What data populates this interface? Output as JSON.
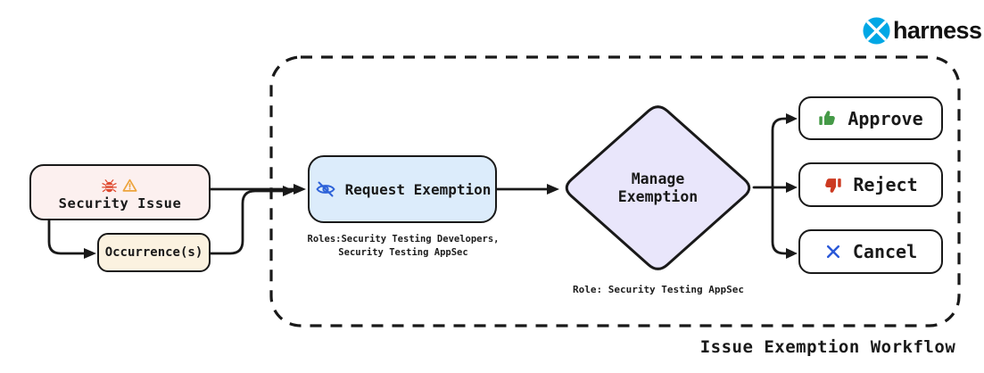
{
  "logo": {
    "brand": "harness"
  },
  "workflow": {
    "caption": "Issue Exemption Workflow",
    "security_issue": {
      "label": "Security Issue"
    },
    "occurrence": {
      "label": "Occurrence(s)"
    },
    "request_exemption": {
      "label": "Request Exemption",
      "roles": "Roles:Security Testing Developers,\nSecurity Testing AppSec"
    },
    "manage_exemption": {
      "line1": "Manage",
      "line2": "Exemption",
      "role": "Role: Security Testing AppSec"
    },
    "actions": {
      "approve": "Approve",
      "reject": "Reject",
      "cancel": "Cancel"
    }
  },
  "icons": {
    "security_issue": [
      "bug-icon",
      "warning-icon"
    ],
    "request_exemption": "eye-off-icon",
    "approve": "thumbs-up-icon",
    "reject": "thumbs-down-icon",
    "cancel": "x-icon",
    "logo": "harness-logo-icon"
  },
  "colors": {
    "ink": "#191919",
    "security_fill": "#fcf0ef",
    "occurrence_fill": "#fbf2e0",
    "request_fill": "#dcecfb",
    "diamond_fill": "#e9e6fb",
    "bug_red": "#df4a30",
    "warning_orange": "#eda43c",
    "eye_blue": "#2e63d9",
    "approve_green": "#459a47",
    "reject_red": "#cc3a21",
    "cancel_blue": "#2b59d8",
    "harness_blue": "#00a7e5"
  }
}
